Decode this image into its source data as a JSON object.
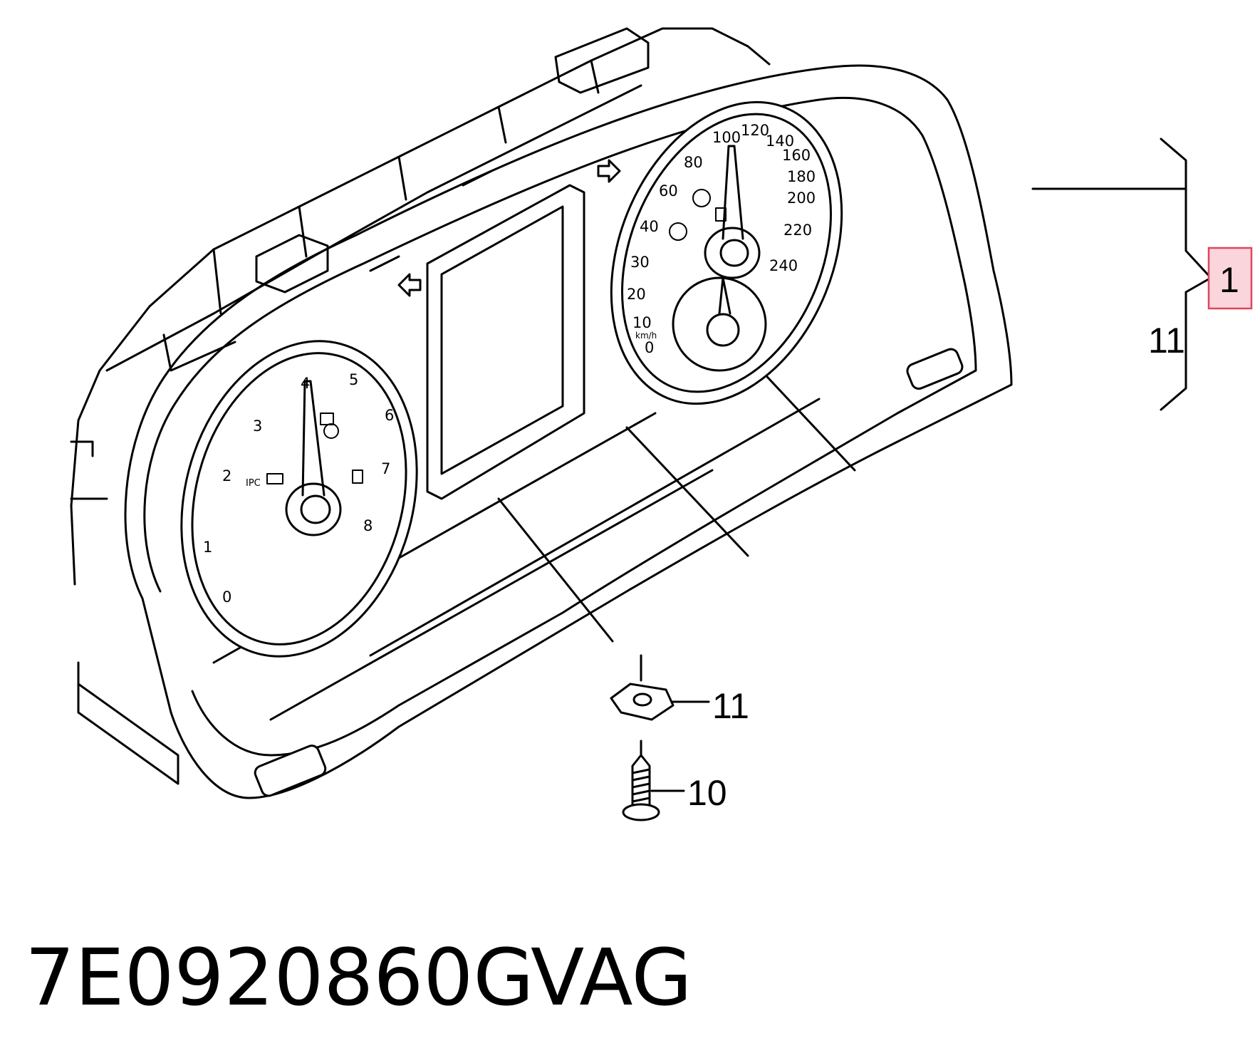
{
  "diagram": {
    "callouts": [
      {
        "id": "c1",
        "label": "1",
        "highlighted": true
      },
      {
        "id": "c11-bracket",
        "label": "11"
      },
      {
        "id": "c11-clip",
        "label": "11"
      },
      {
        "id": "c10-screw",
        "label": "10"
      }
    ],
    "tachometer_scale": [
      "0",
      "1",
      "2",
      "3",
      "4",
      "5",
      "6",
      "7",
      "8"
    ],
    "tachometer_label": "IPC",
    "speedometer_scale": [
      "0",
      "10",
      "20",
      "30",
      "40",
      "60",
      "80",
      "100",
      "120",
      "140",
      "160",
      "180",
      "200",
      "220",
      "240"
    ],
    "speedometer_unit": "km/h"
  },
  "footer": {
    "part_number": "7E0920860G",
    "brand": "VAG"
  },
  "colors": {
    "line": "#000000",
    "highlight_fill": "#fbd5dc",
    "highlight_stroke": "#e0455f"
  }
}
